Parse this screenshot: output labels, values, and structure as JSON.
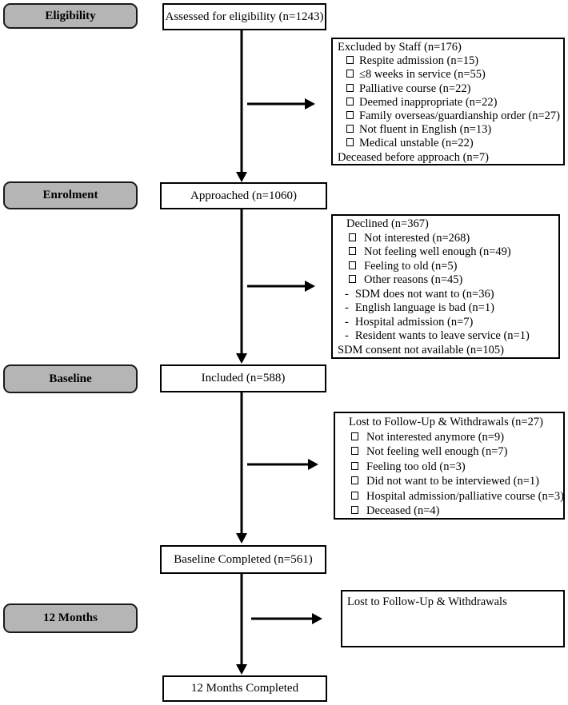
{
  "colors": {
    "stageFill": "#b5b5b5",
    "border": "#000000",
    "background": "#ffffff"
  },
  "stages": [
    {
      "label": "Eligibility"
    },
    {
      "label": "Enrolment"
    },
    {
      "label": "Baseline"
    },
    {
      "label": "12 Months"
    }
  ],
  "flow": [
    {
      "label": "Assessed for eligibility (n=1243)"
    },
    {
      "label": "Approached (n=1060)"
    },
    {
      "label": "Included (n=588)"
    },
    {
      "label": "Baseline Completed (n=561)"
    },
    {
      "label": "12 Months Completed"
    }
  ],
  "sideBoxes": [
    {
      "title": "Excluded by Staff (n=176)",
      "items": [
        {
          "t": "Respite admission (n=15)"
        },
        {
          "t": "≤8 weeks in service (n=55)"
        },
        {
          "t": "Palliative course (n=22)"
        },
        {
          "t": "Deemed inappropriate (n=22)"
        },
        {
          "t": "Family overseas/guardianship order (n=27)"
        },
        {
          "t": "Not fluent in English (n=13)"
        },
        {
          "t": "Medical unstable (n=22)"
        }
      ],
      "footer": "Deceased before approach (n=7)"
    },
    {
      "title": "Declined (n=367)",
      "dash": "-",
      "items": [
        {
          "t": "Not interested (n=268)"
        },
        {
          "t": "Not feeling well enough (n=49)"
        },
        {
          "t": "Feeling to old (n=5)"
        },
        {
          "t": "Other reasons (n=45)"
        }
      ],
      "dashItems": [
        {
          "t": "SDM does not want to (n=36)"
        },
        {
          "t": "English language is bad (n=1)"
        },
        {
          "t": "Hospital admission (n=7)"
        },
        {
          "t": "Resident wants to leave service (n=1)"
        }
      ],
      "footer": "SDM consent not available (n=105)"
    },
    {
      "title": "Lost to Follow-Up & Withdrawals (n=27)",
      "items": [
        {
          "t": "Not interested anymore (n=9)"
        },
        {
          "t": "Not feeling well enough (n=7)"
        },
        {
          "t": "Feeling too old (n=3)"
        },
        {
          "t": "Did not want to be interviewed (n=1)"
        },
        {
          "t": "Hospital admission/palliative course (n=3)"
        },
        {
          "t": "Deceased (n=4)"
        }
      ]
    },
    {
      "title": "Lost to Follow-Up & Withdrawals"
    }
  ]
}
